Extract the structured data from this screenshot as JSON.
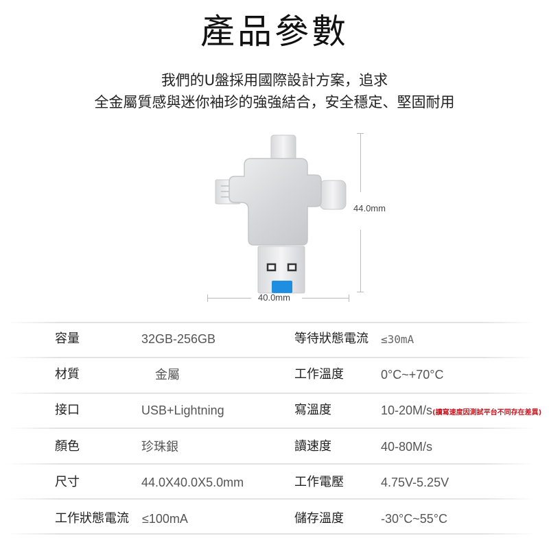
{
  "header": {
    "title": "產品參數",
    "subtitle_line1": "我們的U盤採用國際設計方案，追求",
    "subtitle_line2": "全金屬質感與迷你袖珍的強強結合，安全穩定、堅固耐用"
  },
  "product": {
    "image": "4-in-1-usb-flash-drive-silver",
    "height_label": "44.0mm",
    "width_label": "40.0mm",
    "colors": {
      "metal": "#d9dadc",
      "usb_blue": "#1e8fe0"
    }
  },
  "specs": {
    "left": [
      {
        "label": "容量",
        "value": "32GB-256GB"
      },
      {
        "label": "材質",
        "value": "金屬"
      },
      {
        "label": "接口",
        "value": "USB+Lightning"
      },
      {
        "label": "顏色",
        "value": "珍珠銀"
      },
      {
        "label": "尺寸",
        "value": "44.0X40.0X5.0mm"
      },
      {
        "label": "工作狀態電流",
        "value": "≤100mA"
      }
    ],
    "right": [
      {
        "label": "等待狀態電流",
        "value": "≤30mA"
      },
      {
        "label": "工作溫度",
        "value": "0°C~+70°C"
      },
      {
        "label": "寫溫度",
        "value": "10-20M/s",
        "note": "(讀寫速度因測試平台不同存在差異)"
      },
      {
        "label": "讀速度",
        "value": "40-80M/s"
      },
      {
        "label": "工作電壓",
        "value": "4.75V-5.25V"
      },
      {
        "label": "儲存溫度",
        "value": "-30°C~55°C"
      }
    ],
    "note_color": "#c8141e"
  }
}
